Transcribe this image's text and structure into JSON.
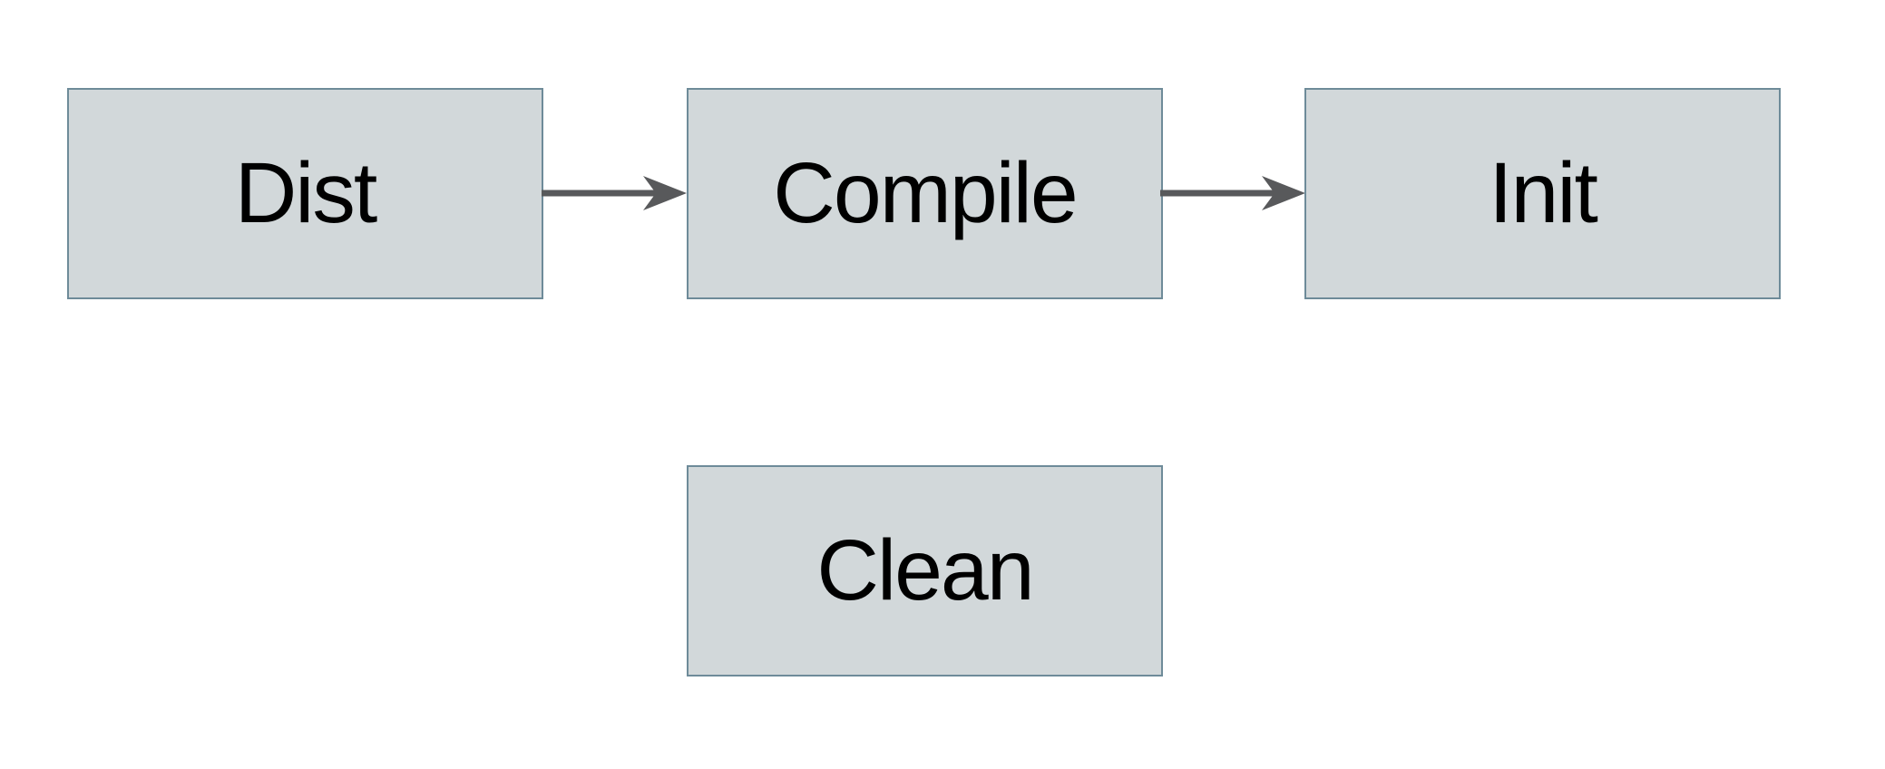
{
  "diagram": {
    "type": "flowchart",
    "nodes": [
      {
        "id": "dist",
        "label": "Dist"
      },
      {
        "id": "compile",
        "label": "Compile"
      },
      {
        "id": "init",
        "label": "Init"
      },
      {
        "id": "clean",
        "label": "Clean"
      }
    ],
    "edges": [
      {
        "from": "dist",
        "to": "compile",
        "style": "solid-arrow"
      },
      {
        "from": "compile",
        "to": "init",
        "style": "solid-arrow"
      }
    ],
    "colors": {
      "background": "#ffffff",
      "node_fill": "#d2d8da",
      "node_border": "#6e8b99",
      "arrow": "#58595b",
      "text": "#000000"
    }
  }
}
